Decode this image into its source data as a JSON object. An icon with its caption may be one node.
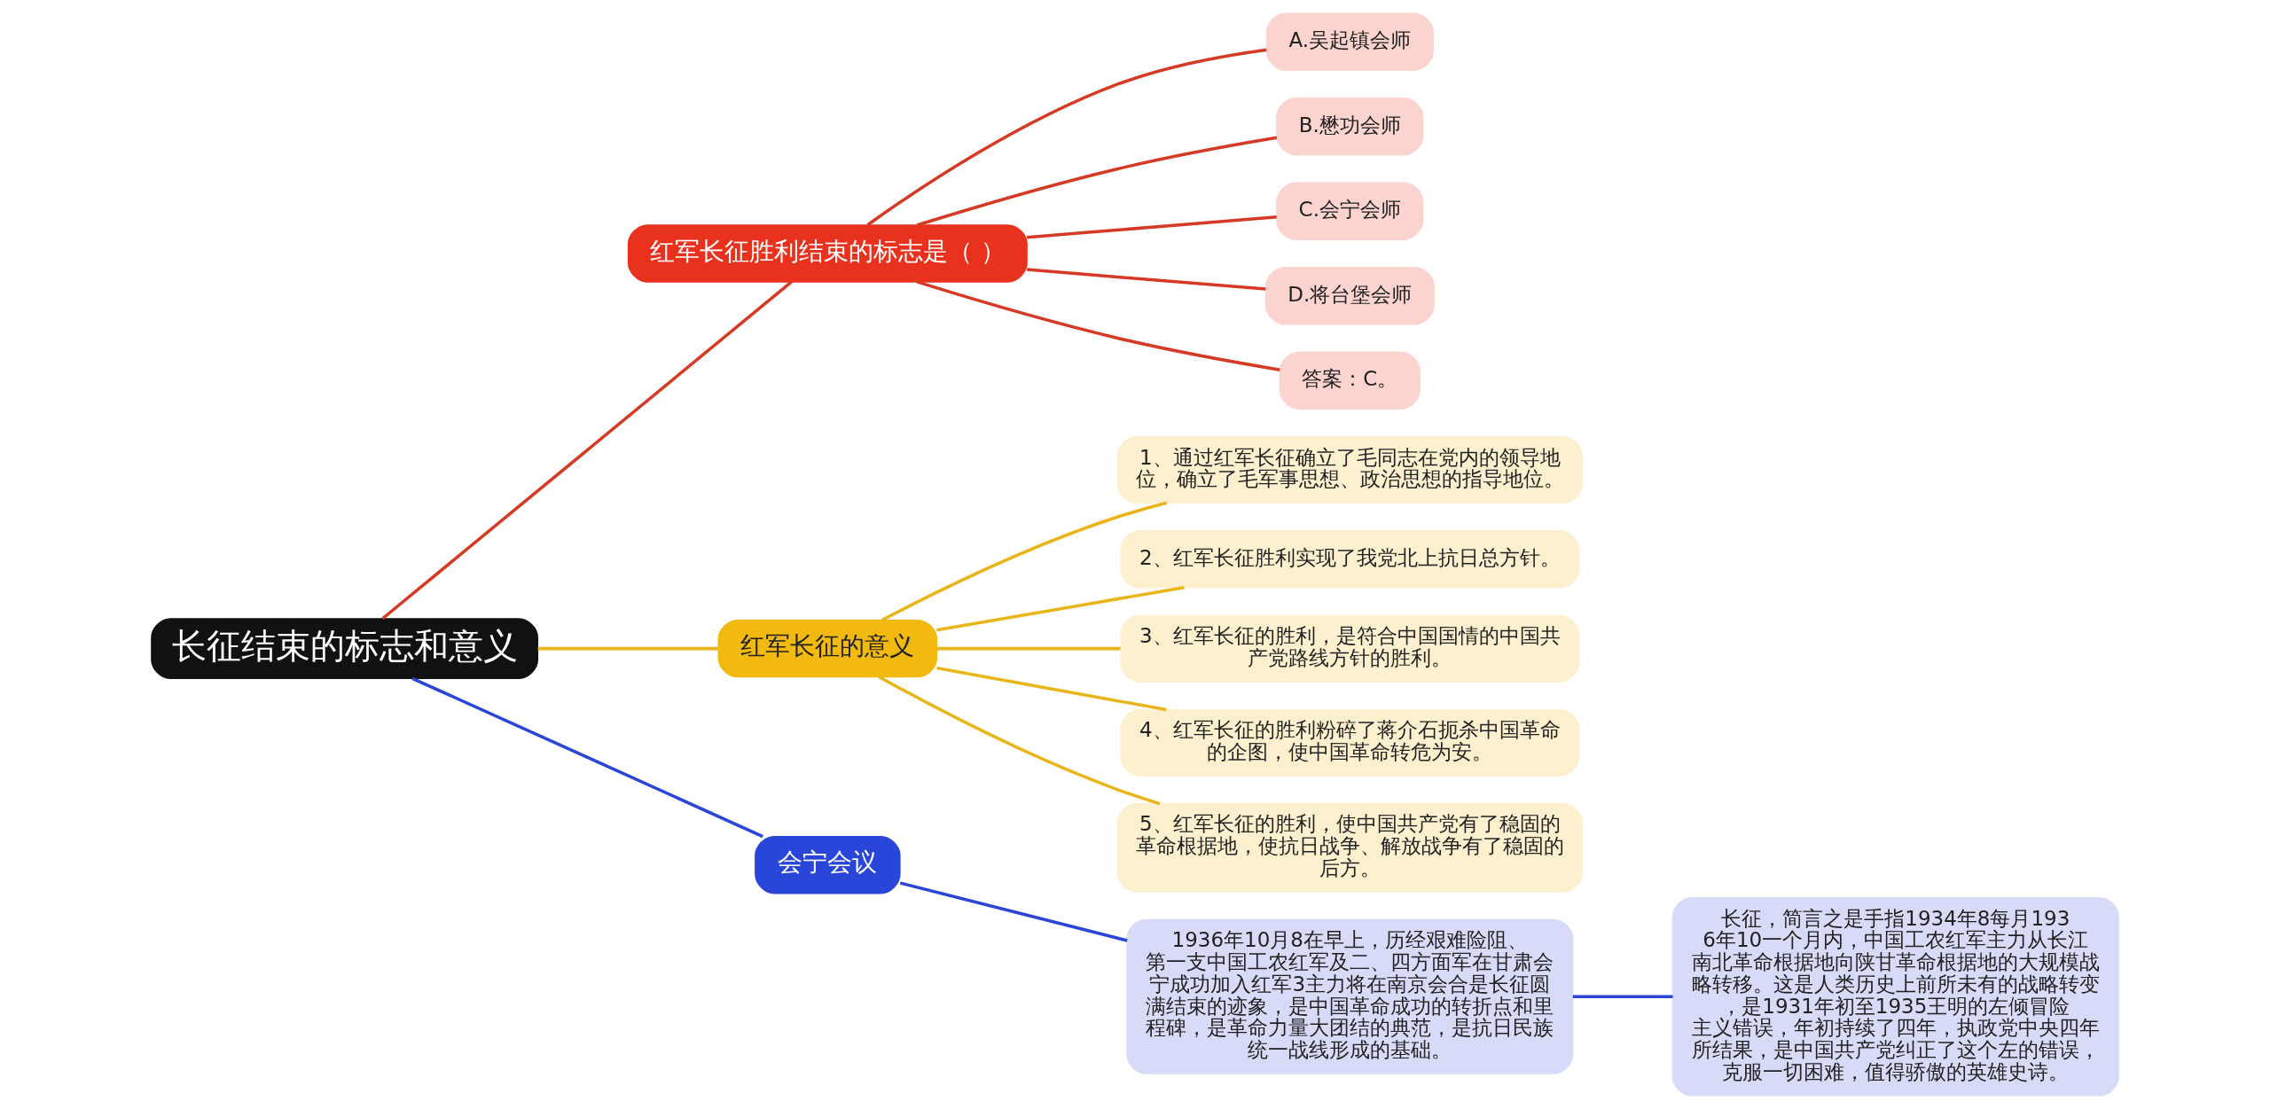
{
  "diagram": {
    "nodes": [
      {
        "text": [
          "长征结束的标志和意义"
        ]
      },
      {
        "text": [
          "红军长征胜利结束的标志是（ ）"
        ]
      },
      {
        "text": [
          "A.吴起镇会师"
        ]
      },
      {
        "text": [
          "B.懋功会师"
        ]
      },
      {
        "text": [
          "C.会宁会师"
        ]
      },
      {
        "text": [
          "D.将台堡会师"
        ]
      },
      {
        "text": [
          "答案：C。"
        ]
      },
      {
        "text": [
          "红军长征的意义"
        ]
      },
      {
        "text": [
          "1、通过红军长征确立了毛同志在党内的领导地位，确立了毛军事思想、政治思想的指导地位。"
        ]
      },
      {
        "text": [
          "2、红军长征胜利实现了我党北上抗日总方针。"
        ]
      },
      {
        "text": [
          "3、红军长征的胜利，是符合中国国情的中国共产党路线方针的胜利。"
        ]
      },
      {
        "text": [
          "4、红军长征的胜利粉碎了蒋介石扼杀中国革命的企图，使中国革命转危为安。"
        ]
      },
      {
        "text": [
          "5、红军长征的胜利，使中国共产党有了稳固的革命根据地，使抗日战争、解放战争有了稳固的后方。"
        ]
      },
      {
        "text": [
          "会宁会议"
        ]
      },
      {
        "text": [
          "1936年10月8在早上，历经艰难险阻、第一支中国工农红军及二、四方面军在甘肃会宁成功加入红军3主力将在南京会合是长征圆满结束的迹象，是中国革命成功的转折点和里程碑，是革命力量大团结的典范，是抗日民族统一战线形成的基础。"
        ]
      },
      {
        "text": [
          "长征，简言之是手指1934年8每月1936年10一个月内，中国工农红军主力从长江南北革命根据地向陕甘革命根据地的大规模战略转移。这是人类历史上前所未有的战略转变，是1931年初至1935王明的左倾冒险主义错误，年初持续了四年，执政党中央四年所结果，是中国共产党纠正了这个左的错误，克服一切困难，值得骄傲的英雄史诗。"
        ]
      }
    ],
    "edges": [
      {
        "from": 0,
        "to": 1,
        "arrow": "none",
        "color": "#d63a24"
      },
      {
        "from": 1,
        "to": 2,
        "arrow": "none",
        "color": "#d63a24"
      },
      {
        "from": 1,
        "to": 3,
        "arrow": "none",
        "color": "#d63a24"
      },
      {
        "from": 1,
        "to": 4,
        "arrow": "none",
        "color": "#d63a24"
      },
      {
        "from": 1,
        "to": 5,
        "arrow": "none",
        "color": "#d63a24"
      },
      {
        "from": 1,
        "to": 6,
        "arrow": "none",
        "color": "#d63a24"
      },
      {
        "from": 0,
        "to": 7,
        "arrow": "none",
        "color": "#e8b61a"
      },
      {
        "from": 7,
        "to": 8,
        "arrow": "none",
        "color": "#e8b61a"
      },
      {
        "from": 7,
        "to": 9,
        "arrow": "none",
        "color": "#e8b61a"
      },
      {
        "from": 7,
        "to": 10,
        "arrow": "none",
        "color": "#e8b61a"
      },
      {
        "from": 7,
        "to": 11,
        "arrow": "none",
        "color": "#e8b61a"
      },
      {
        "from": 7,
        "to": 12,
        "arrow": "none",
        "color": "#e8b61a"
      },
      {
        "from": 0,
        "to": 13,
        "arrow": "none",
        "color": "#2a46d8"
      },
      {
        "from": 13,
        "to": 14,
        "arrow": "none",
        "color": "#2a46d8"
      },
      {
        "from": 14,
        "to": 15,
        "arrow": "none",
        "color": "#2a46d8"
      }
    ]
  }
}
